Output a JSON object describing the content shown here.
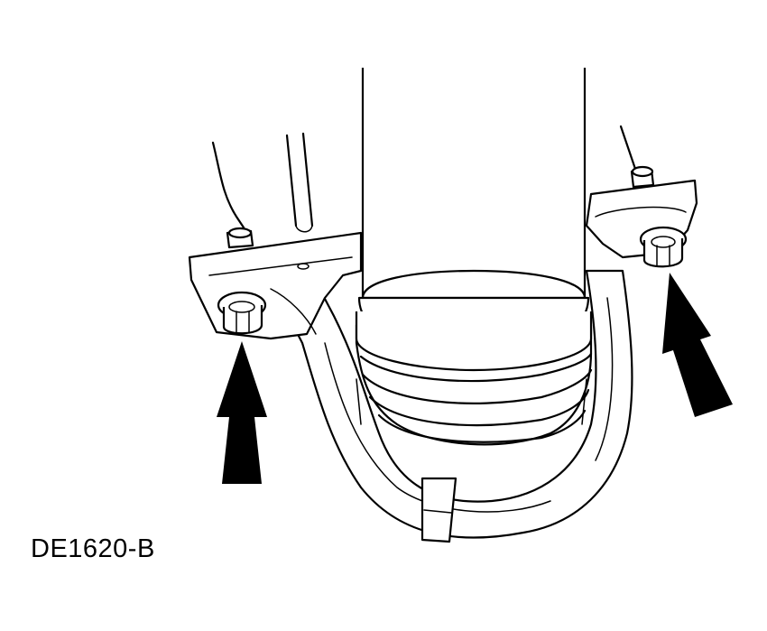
{
  "figure": {
    "id_label": "DE1620-B"
  },
  "arrows": [
    {
      "name": "left-bolt-arrow",
      "color": "#000000"
    },
    {
      "name": "right-bolt-arrow",
      "color": "#000000"
    }
  ]
}
